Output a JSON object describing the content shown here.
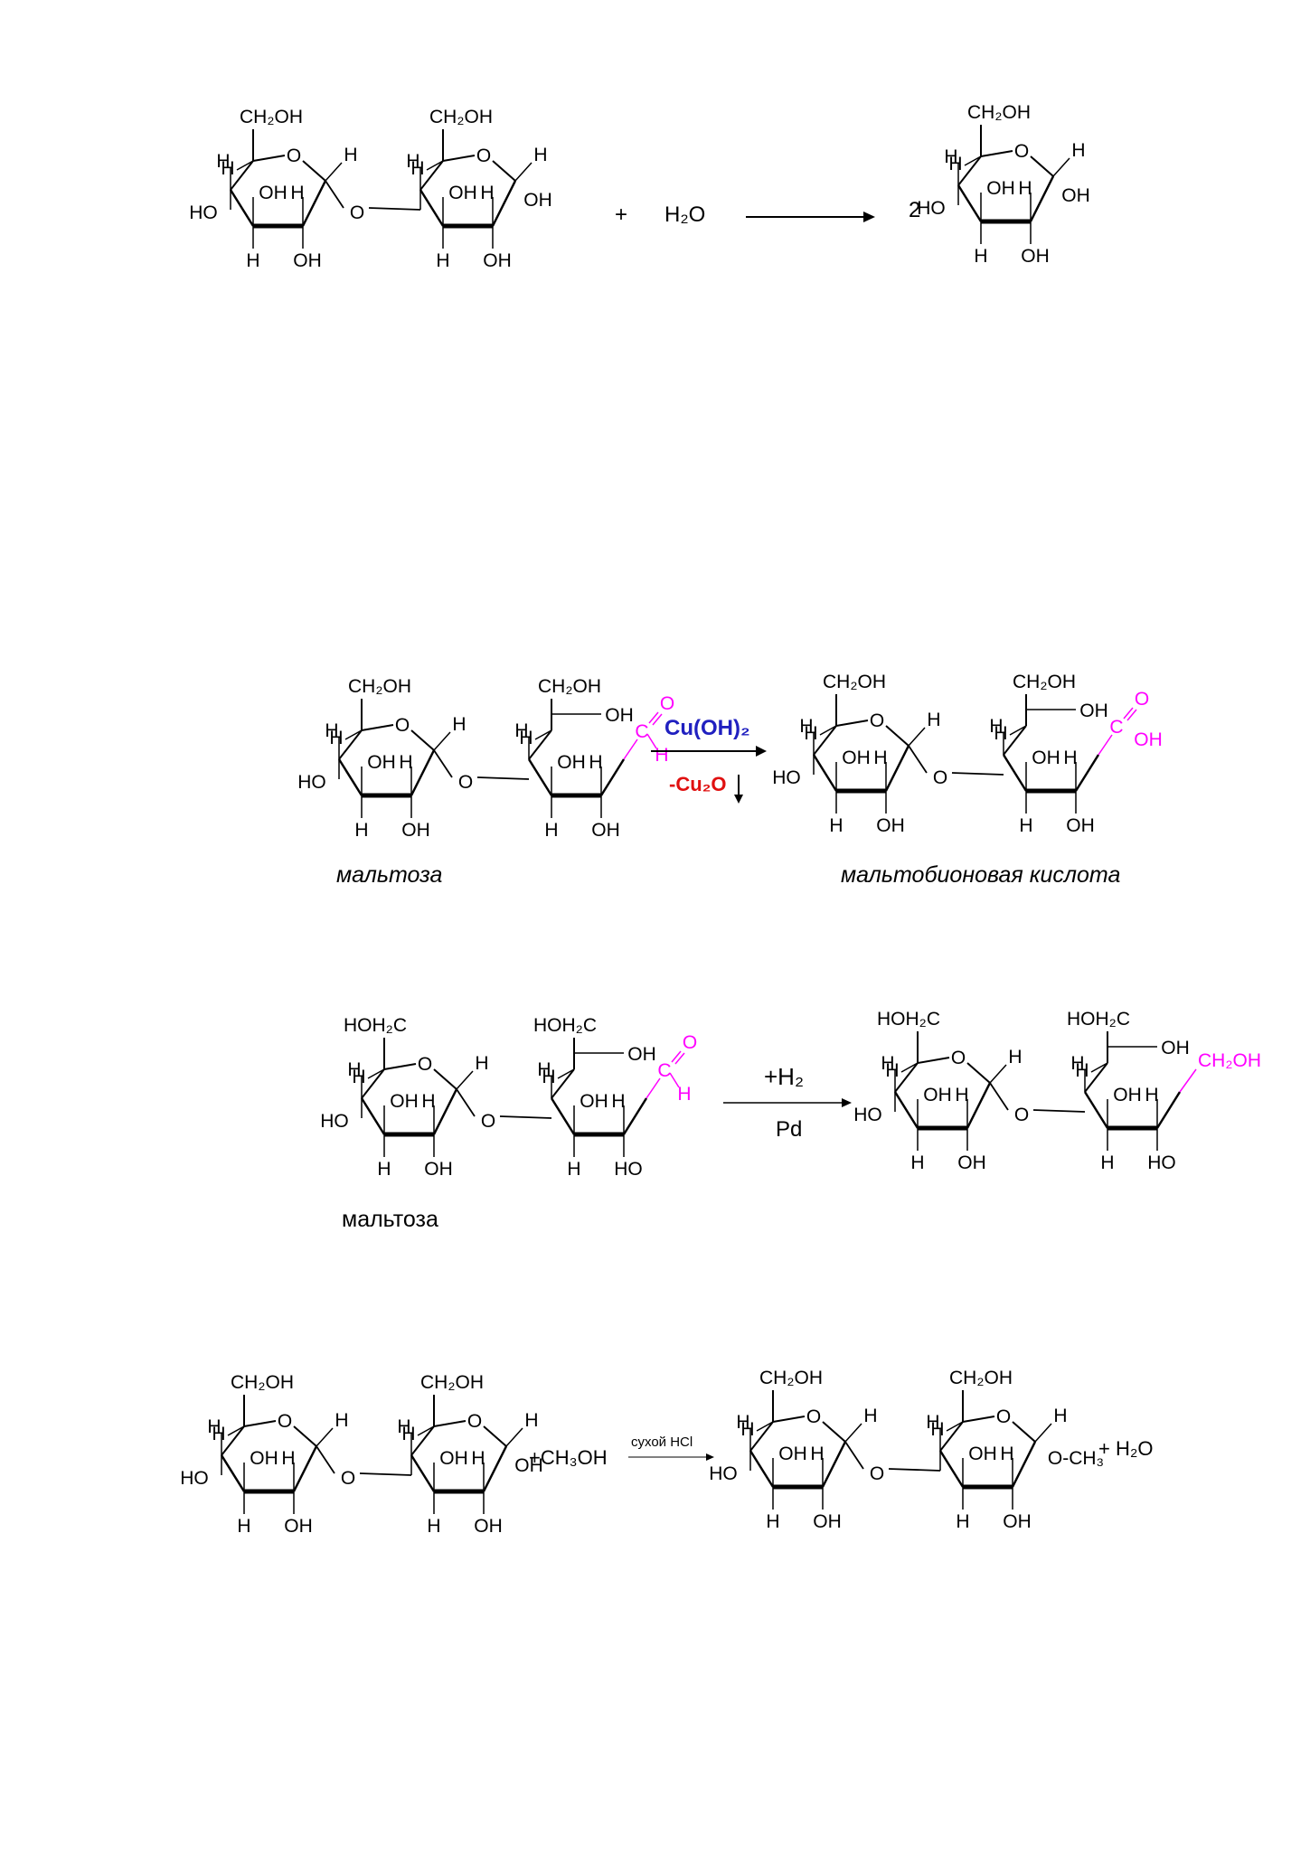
{
  "reaction1": {
    "plus": "+",
    "water": "H₂O",
    "coefficient": "2"
  },
  "reaction2": {
    "reagent": "Cu(OH)₂",
    "byproduct": "-Cu₂O",
    "reactant_name": "мальтоза",
    "product_name": "мальтобионовая кислота"
  },
  "reaction3": {
    "reagent": "+H₂",
    "catalyst": "Pd",
    "reactant_name": "мальтоза"
  },
  "reaction4": {
    "reagent": "+CH₃OH",
    "condition": "сухой HCl",
    "byproduct": "+ H₂O"
  },
  "colors": {
    "text": "#000000",
    "highlight": "#ff00ff",
    "reagent_blue": "#2020c0",
    "byproduct_red": "#e01010"
  },
  "labels": {
    "ch2oh": "CH₂OH",
    "hoh2c": "HOH₂C",
    "oh": "OH",
    "ho": "HO",
    "h": "H",
    "o": "O",
    "ald_c": "C",
    "ald_o": "O",
    "ald_h": "H",
    "acid_oh": "OH",
    "red_ch2oh": "CH₂OH",
    "methoxy": "O-CH₃"
  }
}
